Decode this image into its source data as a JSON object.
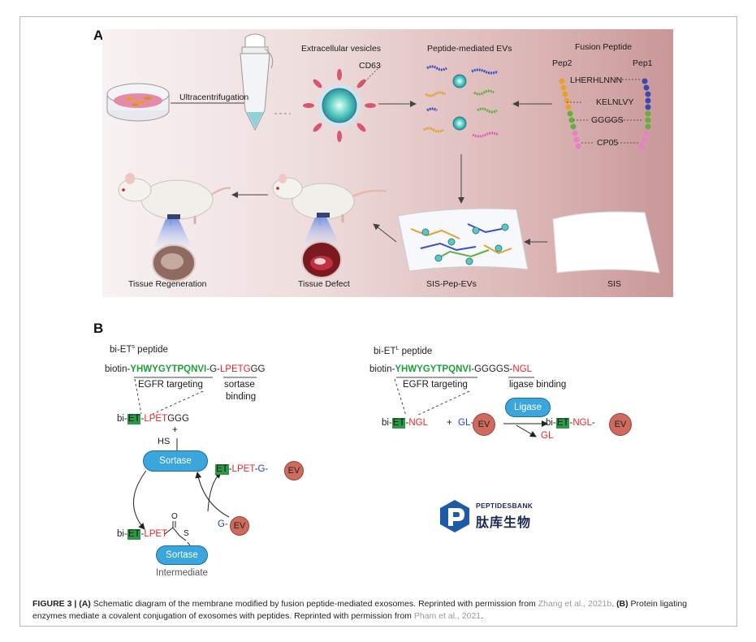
{
  "panel_a": {
    "letter": "A",
    "ultracentrifugation": "Ultracentrifugation",
    "extracellular_vesicles": "Extracellular vesicles",
    "cd63": "CD63",
    "peptide_mediated_evs": "Peptide-mediated EVs",
    "fusion_peptide": "Fusion Peptide",
    "pep2": "Pep2",
    "pep1": "Pep1",
    "seq1": "LHERHLNNN",
    "seq2": "KELNLVY",
    "seq3": "GGGGS",
    "seq4": "CP05",
    "tissue_regeneration": "Tissue Regeneration",
    "tissue_defect": "Tissue Defect",
    "sis_pep_evs": "SIS-Pep-EVs",
    "sis": "SIS"
  },
  "panel_b": {
    "letter": "B",
    "left": {
      "title_pre": "bi-ET",
      "title_sup": "s",
      "title_post": " peptide",
      "biotin": "biotin-",
      "egfr_seq": "YHWYGYTPQNVI",
      "g": "-G-",
      "lpetg": "LPETG",
      "gg": "GG",
      "egfr_targeting": "EGFR targeting",
      "sortase_binding_1": "sortase",
      "sortase_binding_2": "binding",
      "bi": "bi-",
      "et": "ET",
      "dash": "-",
      "lpetggg_red": "LPET",
      "lpetggg_black": "GGG",
      "plus": "+",
      "hs": "HS",
      "sortase": "Sortase",
      "lpet": "LPET",
      "g_ev": "G-",
      "ev": "EV",
      "o": "O",
      "s": "S",
      "intermediate": "Intermediate"
    },
    "right": {
      "title_pre": "bi-ET",
      "title_sup": "L",
      "title_post": " peptide",
      "biotin": "biotin-",
      "egfr_seq": "YHWYGYTPQNVI",
      "ggggs": "-GGGGS-",
      "ngl": "NGL",
      "egfr_targeting": "EGFR targeting",
      "ligase_binding": "ligase binding",
      "bi": "bi-",
      "et": "ET",
      "plus": "+",
      "gl": "GL-",
      "ev": "EV",
      "ligase": "Ligase",
      "gl_out": "GL"
    },
    "logo": {
      "brand": "PEPTIDESBANK",
      "chinese": "肽库生物"
    }
  },
  "caption": {
    "fig": "FIGURE 3 | ",
    "a_mark": "(A)",
    "a_text": " Schematic diagram of the membrane modified by fusion peptide-mediated exosomes. Reprinted with permission from ",
    "a_ref": "Zhang et al., 2021b",
    "a_end": ". ",
    "b_mark": "(B)",
    "b_text": " Protein ligating enzymes mediate a covalent conjugation of exosomes with peptides. Reprinted with permission from ",
    "b_ref": "Pham et al., 2021",
    "b_end": "."
  },
  "colors": {
    "panel_a_bg_left": "#f7f0f0",
    "panel_a_bg_right": "#c99a9b",
    "green_seq": "#1f9e3a",
    "red_seq": "#e0262b",
    "sortase_blue": "#3aa6dc",
    "ev_red": "#cf6b5e"
  }
}
